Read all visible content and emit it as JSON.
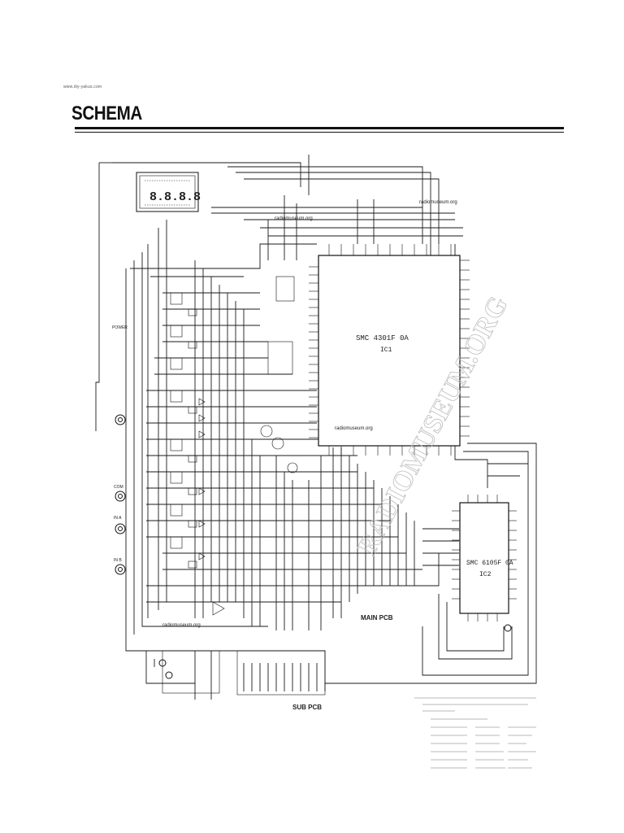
{
  "header": {
    "site": "www.diy-yakus.com",
    "title": "SCHEMA"
  },
  "display": {
    "digits": "8.8.8.8"
  },
  "ics": [
    {
      "part": "SMC 4301F 0A",
      "ref": "IC1"
    },
    {
      "part": "SMC 6105F 0A",
      "ref": "IC2"
    }
  ],
  "boards": {
    "main": "MAIN PCB",
    "sub": "SUB PCB"
  },
  "watermarks": {
    "url_1": "radiomuseum.org",
    "url_2": "radiomuseum.org",
    "url_3": "radiomuseum.org",
    "url_4": "radiomuseum.org",
    "diagonal": "RADIOMUSEUM.ORG"
  },
  "labels": {
    "power": "POWER",
    "com": "COM",
    "in_a": "IN A",
    "in_b": "IN B"
  }
}
